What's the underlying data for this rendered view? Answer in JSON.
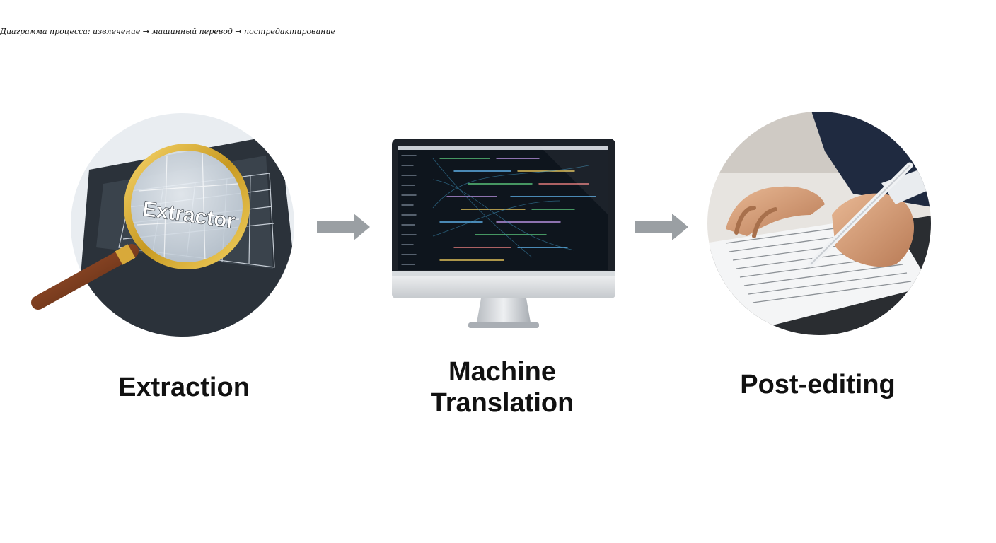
{
  "caption": {
    "part1": "Диаграмма процесса: извлечение",
    "part2": "машинный перевод",
    "part3": "постредактирование",
    "separator": "→"
  },
  "steps": [
    {
      "label": "Extraction",
      "badge": "Extractor",
      "icon": "magnifier-icon"
    },
    {
      "label_line1": "Machine",
      "label_line2": "Translation",
      "icon": "monitor-icon"
    },
    {
      "label": "Post-editing",
      "icon": "writing-hand-icon"
    }
  ],
  "arrows": [
    {
      "icon": "arrow-right-icon",
      "color": "#9a9fa3"
    },
    {
      "icon": "arrow-right-icon",
      "color": "#9a9fa3"
    }
  ]
}
